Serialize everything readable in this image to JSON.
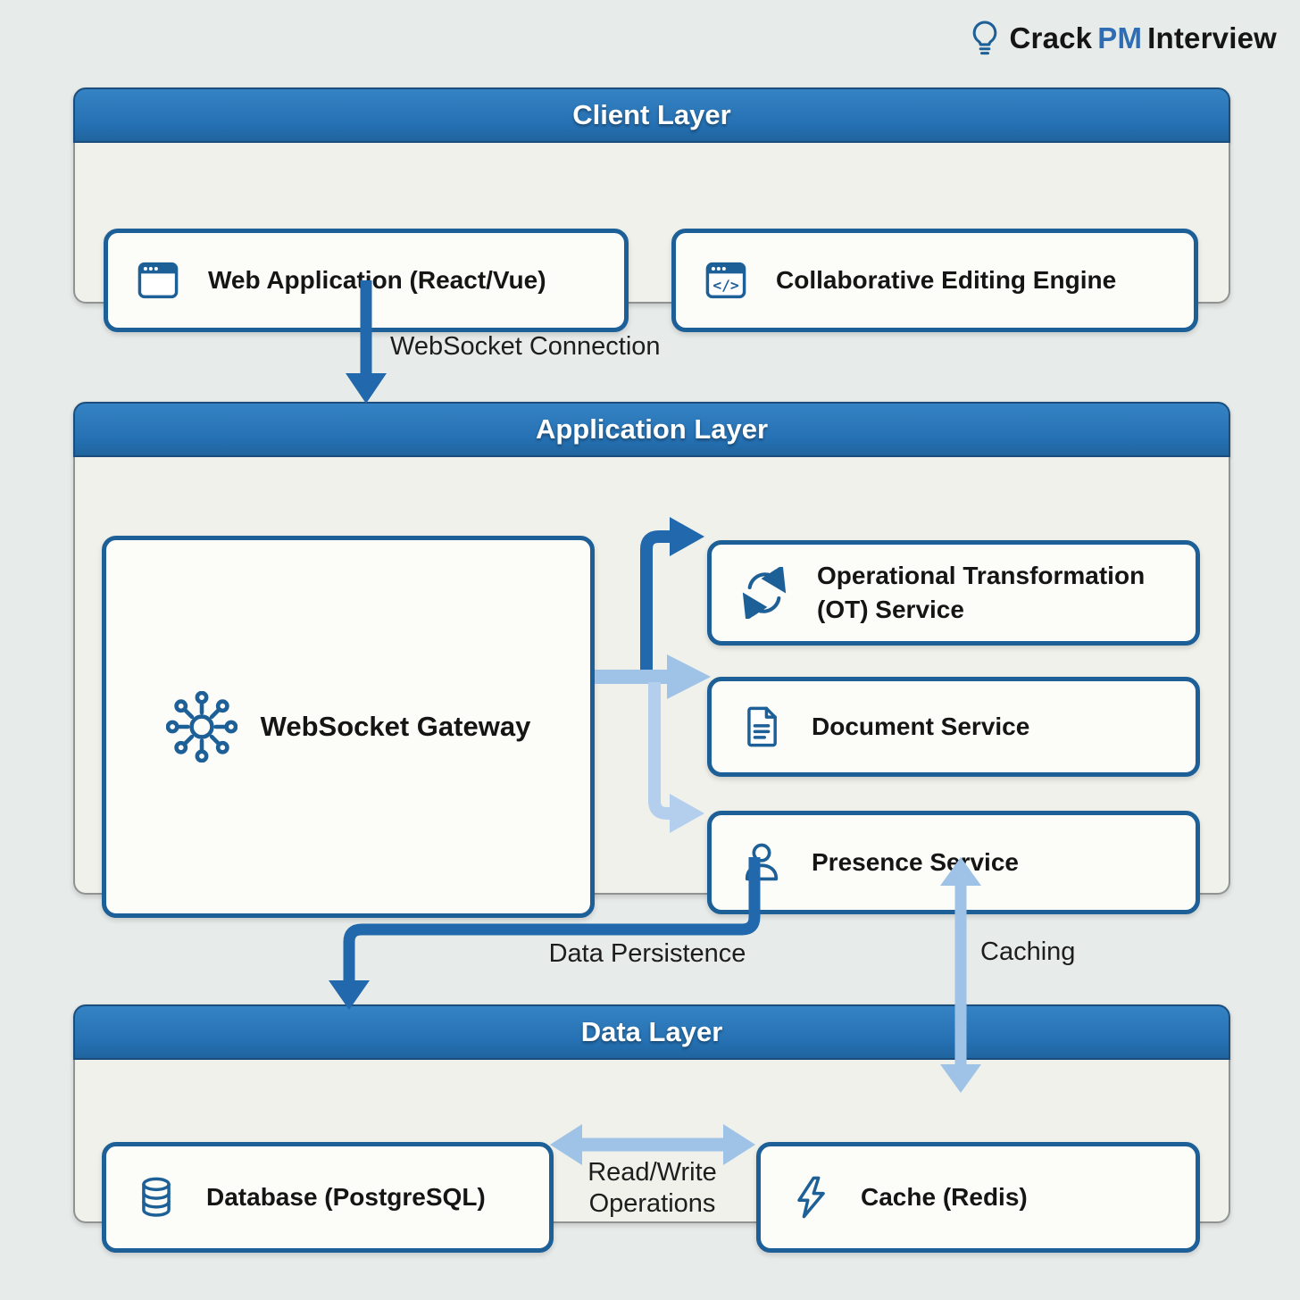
{
  "brand": {
    "icon": "lightbulb-icon",
    "text_parts": [
      {
        "text": "Crack ",
        "style": "dark"
      },
      {
        "text": "PM",
        "style": "accent"
      },
      {
        "text": " Interview",
        "style": "dark"
      }
    ]
  },
  "layers": {
    "client": {
      "title": "Client Layer",
      "nodes": [
        {
          "label": "Web Application (React/Vue)",
          "icon": "browser-window-icon"
        },
        {
          "label": "Collaborative Editing Engine",
          "icon": "code-window-icon"
        }
      ]
    },
    "application": {
      "title": "Application Layer",
      "gateway": {
        "label": "WebSocket Gateway",
        "icon": "hub-network-icon"
      },
      "services": [
        {
          "label": "Operational Transformation (OT) Service",
          "icon": "sync-arrows-icon"
        },
        {
          "label": "Document Service",
          "icon": "document-icon"
        },
        {
          "label": "Presence Service",
          "icon": "user-icon"
        }
      ]
    },
    "data": {
      "title": "Data Layer",
      "nodes": [
        {
          "label": "Database (PostgreSQL)",
          "icon": "database-icon"
        },
        {
          "label": "Cache (Redis)",
          "icon": "lightning-icon"
        }
      ]
    }
  },
  "connections": {
    "websocket": "WebSocket Connection",
    "persistence": "Data Persistence",
    "caching": "Caching",
    "readwrite": "Read/Write Operations"
  },
  "colors": {
    "header_blue": "#2874b6",
    "header_blue_dark": "#1c4e7d",
    "node_border": "#1d5f97",
    "arrow_dark": "#2268ac",
    "arrow_light": "#9fc3e6",
    "arrow_light2": "#b3cfed",
    "brand_accent": "#2e6db4",
    "page_bg": "#e7ebe9",
    "layer_bg": "#f0f1ea",
    "node_bg": "#fcfcf8"
  }
}
